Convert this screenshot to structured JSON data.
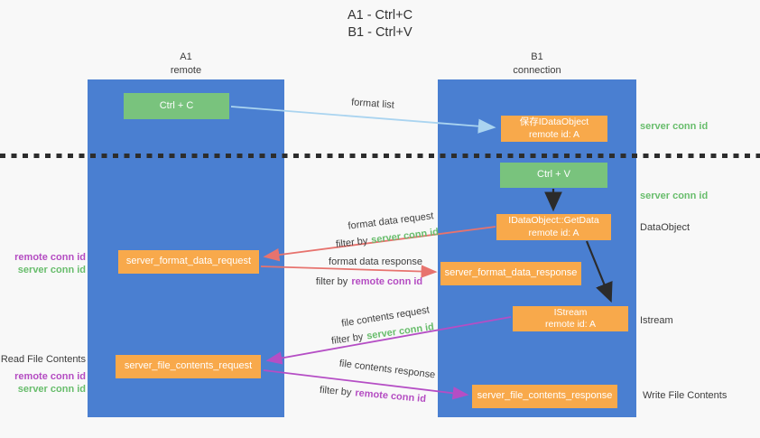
{
  "title": {
    "line1": "A1 - Ctrl+C",
    "line2": "B1 - Ctrl+V"
  },
  "lanes": {
    "a1": {
      "name": "A1",
      "role": "remote"
    },
    "b1": {
      "name": "B1",
      "role": "connection"
    }
  },
  "nodes": {
    "ctrl_c": {
      "label": "Ctrl + C"
    },
    "ctrl_v": {
      "label": "Ctrl + V"
    },
    "save_dataobject": {
      "line1": "保存IDataObject",
      "line2": "remote id: A"
    },
    "getdata": {
      "line1": "IDataObject::GetData",
      "line2": "remote id: A"
    },
    "istream": {
      "line1": "IStream",
      "line2": "remote id: A"
    },
    "format_request": {
      "label": "server_format_data_request"
    },
    "format_response": {
      "label": "server_format_data_response"
    },
    "file_request": {
      "label": "server_file_contents_request"
    },
    "file_response": {
      "label": "server_file_contents_response"
    }
  },
  "arrow_labels": {
    "format_list": "format list",
    "format_data_request": "format data request",
    "format_data_response": "format data response",
    "file_contents_request": "file contents request",
    "file_contents_response": "file contents response",
    "filter_by": "filter by",
    "server_conn_id": "server conn id",
    "remote_conn_id": "remote conn id"
  },
  "side_labels": {
    "server_conn_id": "server conn id",
    "remote_conn_id": "remote conn id",
    "dataobject": "DataObject",
    "istream": "Istream",
    "read_file_contents": "Read File Contents",
    "write_file_contents": "Write File Contents"
  },
  "colors": {
    "lane_blue": "#4a7fd1",
    "node_green": "#79c37d",
    "node_orange": "#f8a94b",
    "arrow_red": "#e7736e",
    "arrow_purple": "#b54ec5",
    "arrow_light_blue": "#aad4f0",
    "arrow_black": "#2b2b2b",
    "text_green": "#68bd6c",
    "text_purple": "#b44cc2",
    "background": "#f8f8f8"
  }
}
